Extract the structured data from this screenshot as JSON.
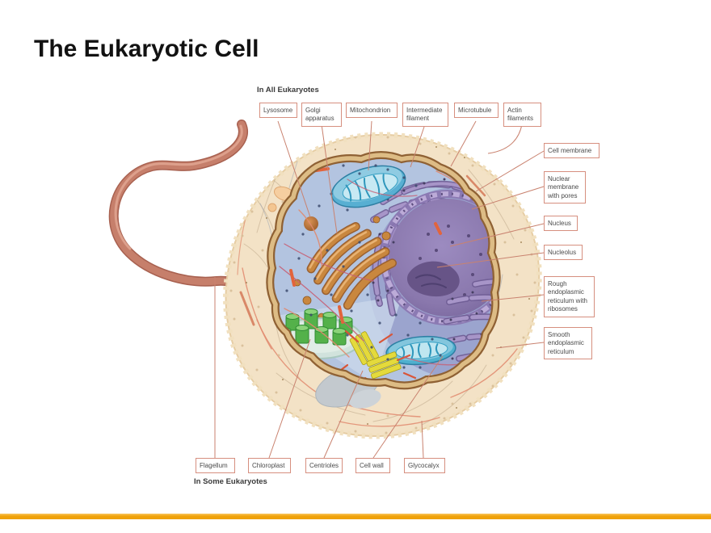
{
  "slide": {
    "title": "The Eukaryotic Cell"
  },
  "diagram": {
    "top_group": {
      "heading": "In All Eukaryotes",
      "labels": [
        "Lysosome",
        "Golgi apparatus",
        "Mitochondrion",
        "Intermediate filament",
        "Microtubule",
        "Actin filaments"
      ]
    },
    "right_labels": [
      "Cell membrane",
      "Nuclear membrane with pores",
      "Nucleus",
      "Nucleolus",
      "Rough endoplasmic reticulum with ribosomes",
      "Smooth endoplasmic reticulum"
    ],
    "bottom_group": {
      "heading": "In Some Eukaryotes",
      "labels": [
        "Flagellum",
        "Chloroplast",
        "Centrioles",
        "Cell wall",
        "Glycocalyx"
      ]
    }
  },
  "colors": {
    "accent_bar": "#F0A30B",
    "label_border": "#D68F7F",
    "leader_line": "#C9826F",
    "cytoplasm_outer": "#F3E2C6",
    "cytoplasm_inner": "#B3C4E0",
    "nucleus": "#8C7AAE",
    "cell_wall_band": "#8F6134"
  }
}
